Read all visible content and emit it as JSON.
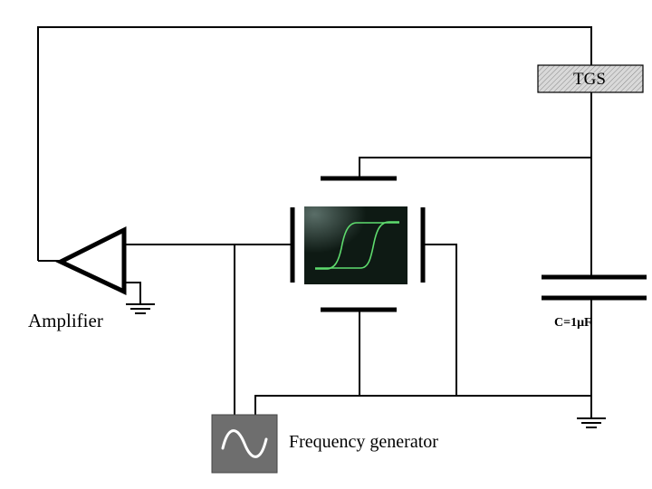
{
  "labels": {
    "sensor": "TGS",
    "amplifier": "Amplifier",
    "capacitor": "C=1μF",
    "generator": "Frequency generator"
  },
  "colors": {
    "wire": "#000000",
    "sensor_fill": "#d9d9d9",
    "generator_fill": "#6e6e6e",
    "generator_symbol": "#ffffff",
    "scope_screen": "#0e1a14",
    "scope_trace": "#5fdc6e"
  },
  "icons": {
    "amplifier": "triangle-amplifier-icon",
    "ground": "ground-icon",
    "capacitor": "capacitor-icon",
    "generator": "sine-wave-icon",
    "oscilloscope": "hysteresis-loop-display"
  }
}
